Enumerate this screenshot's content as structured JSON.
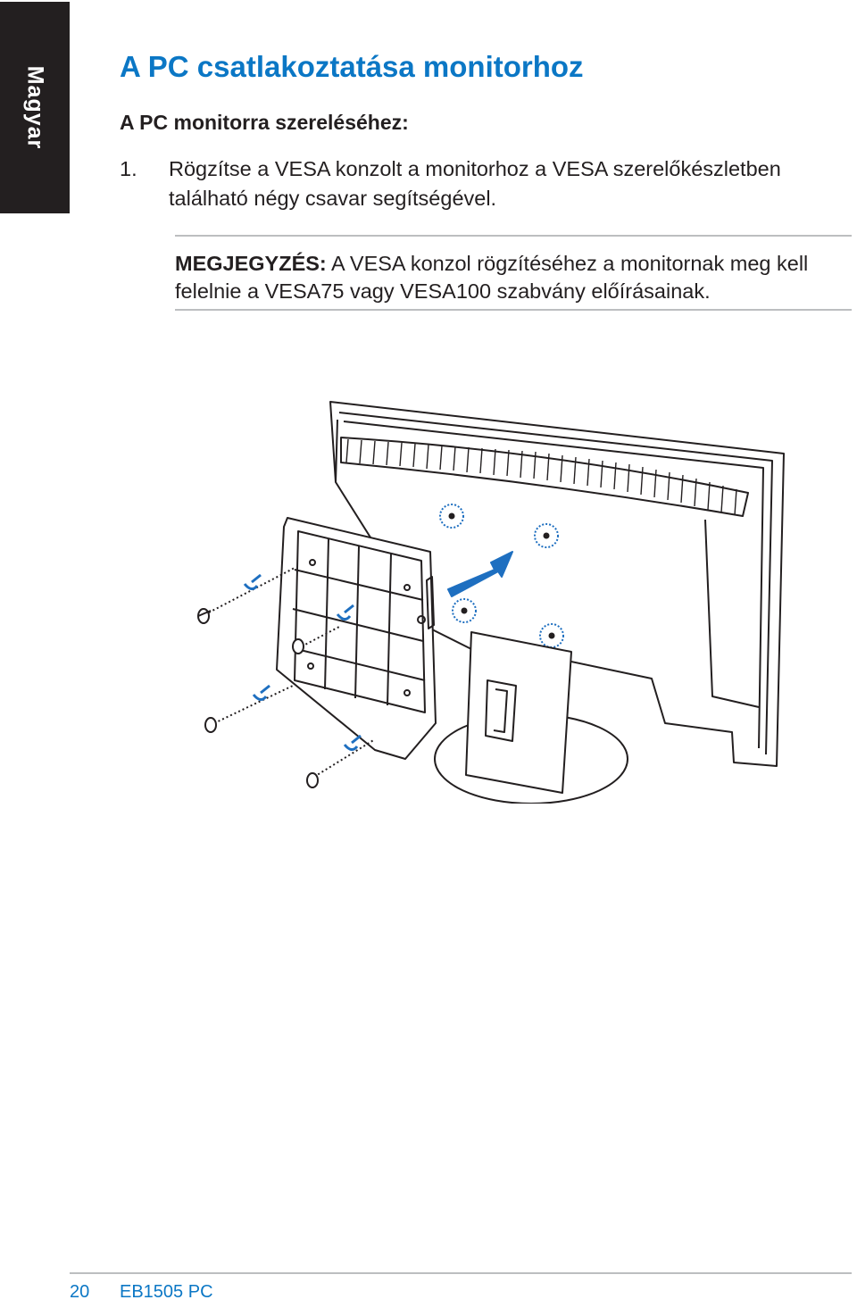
{
  "side_tab": "Magyar",
  "title": "A PC csatlakoztatása monitorhoz",
  "subtitle": "A PC monitorra szereléséhez:",
  "steps": [
    {
      "num": "1.",
      "text": "Rögzítse a VESA konzolt a monitorhoz a VESA szerelőkészletben található négy csavar segítségével."
    }
  ],
  "note": {
    "label": "MEGJEGYZÉS:",
    "text": "A VESA konzol rögzítéséhez a monitornak meg kell felelnie a VESA75 vagy VESA100 szabvány előírásainak."
  },
  "illustration": {
    "icon": "vesa-bracket-mounting-diagram",
    "accent_color": "#1e6fc0"
  },
  "footer": {
    "page_number": "20",
    "model": "EB1505 PC"
  },
  "colors": {
    "heading": "#0b77c5",
    "tab_bg": "#231f20",
    "rule": "#bcbec0"
  }
}
